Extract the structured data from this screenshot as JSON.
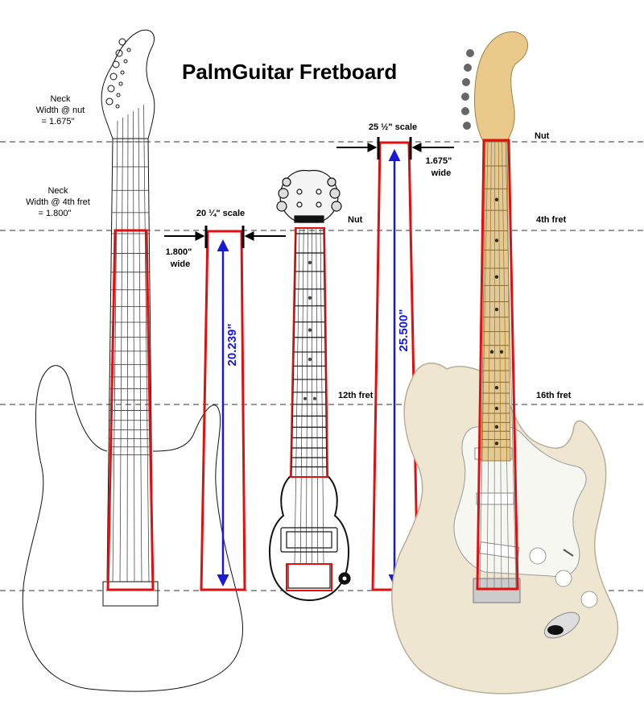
{
  "title": "PalmGuitar Fretboard",
  "left_labels": {
    "nut_width": [
      "Neck",
      "Width @ nut",
      "= 1.675\""
    ],
    "fret4_width": [
      "Neck",
      "Width @ 4th fret",
      "= 1.800\""
    ]
  },
  "palm_scale": {
    "scale_label": "20 ¼\" scale",
    "width_label": [
      "1.800\"",
      "wide"
    ],
    "measurement": "20.239\""
  },
  "strat_scale": {
    "scale_label": "25 ½\" scale",
    "width_label": [
      "1.675\"",
      "wide"
    ],
    "measurement": "25.500\""
  },
  "markers": {
    "nut_right": "Nut",
    "nut_palm": "Nut",
    "fret4": "4th fret",
    "fret12": "12th fret",
    "fret16": "16th fret"
  },
  "colors": {
    "outline_red": "#e01010",
    "arrow_blue": "#1a1ad6",
    "maple": "#e8c98a",
    "body_cream": "#efe6d2"
  }
}
